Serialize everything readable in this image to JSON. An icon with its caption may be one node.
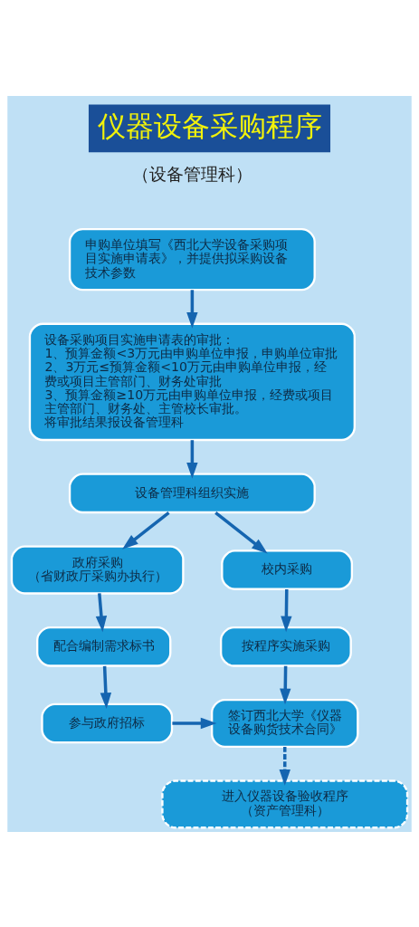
{
  "diagram": {
    "title": "仪器设备采购程序",
    "nodes": [
      {
        "text": [
          "申购单位填写《西北大学设备采购项目实施申请表》，并提供拟采购设备技术参数"
        ]
      },
      {
        "text": [
          "设备采购项目实施申请表的审批：",
          "1、预算金额<3万元由申购单位申报，申购单位审批",
          "2、3万元≤预算金额<10万元由申购单位申报，经费或项目主管部门、财务处审批",
          "3、预算金额≥10万元由申购单位申报，经费或项目主管部门、财务处、主管校长审批。",
          "将审批结果报设备管理科"
        ]
      },
      {
        "text": [
          "设备管理科组织实施"
        ]
      },
      {
        "text": [
          "政府采购",
          "（省财政厅采购办执行）"
        ]
      },
      {
        "text": [
          "校内采购"
        ]
      },
      {
        "text": [
          "配合编制需求标书"
        ]
      },
      {
        "text": [
          "按程序实施采购"
        ]
      },
      {
        "text": [
          "参与政府招标"
        ]
      },
      {
        "text": [
          "签订西北大学《仪器设备购货技术合同》"
        ]
      },
      {
        "text": [
          "进入仪器设备验收程序",
          "（资产管理科）"
        ]
      }
    ],
    "edges": [
      {
        "from": 0,
        "to": 1,
        "arrow": "to"
      },
      {
        "from": 1,
        "to": 2,
        "arrow": "to"
      },
      {
        "from": 2,
        "to": 3,
        "arrow": "to"
      },
      {
        "from": 2,
        "to": 4,
        "arrow": "to"
      },
      {
        "from": 3,
        "to": 5,
        "arrow": "to"
      },
      {
        "from": 4,
        "to": 6,
        "arrow": "to"
      },
      {
        "from": 5,
        "to": 7,
        "arrow": "to"
      },
      {
        "from": 6,
        "to": 8,
        "arrow": "to"
      },
      {
        "from": 7,
        "to": 8,
        "arrow": "to"
      },
      {
        "from": 8,
        "to": 9,
        "arrow": "to",
        "style": "dashed"
      }
    ],
    "labels": [
      "（设备管理科）"
    ]
  }
}
